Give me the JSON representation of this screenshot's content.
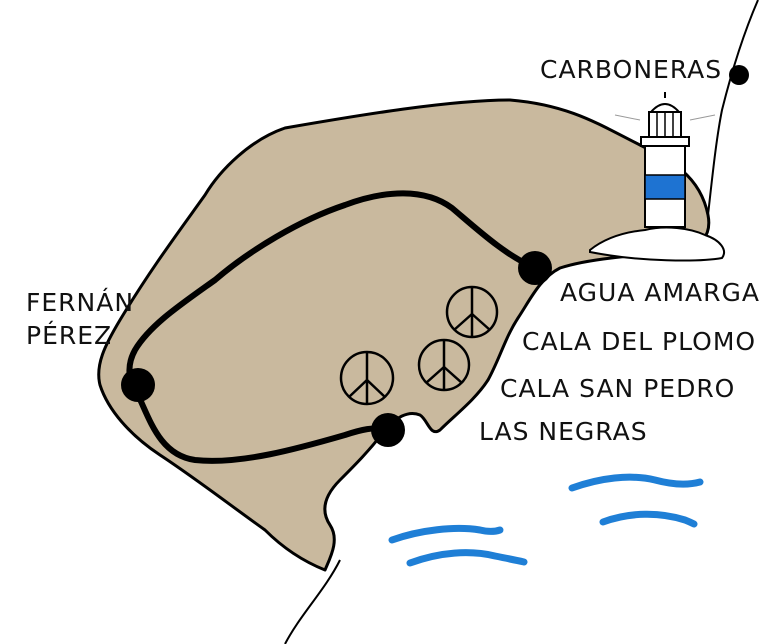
{
  "colors": {
    "land": "#c9b99e",
    "outline": "#000000",
    "water": "#1f7fd6",
    "lighthouse_band": "#1e73d2",
    "background": "#ffffff"
  },
  "places": {
    "carboneras": "CARBONERAS",
    "fernan_perez_line1": "FERNÁN",
    "fernan_perez_line2": "PÉREZ",
    "agua_amarga": "AGUA AMARGA",
    "cala_del_plomo": "CALA DEL PLOMO",
    "cala_san_pedro": "CALA SAN PEDRO",
    "las_negras": "LAS NEGRAS"
  },
  "icons": {
    "campsite_markers": [
      "peace-icon",
      "peace-icon",
      "peace-icon"
    ],
    "landmark": "lighthouse-icon",
    "sea": "water-waves-icon"
  }
}
